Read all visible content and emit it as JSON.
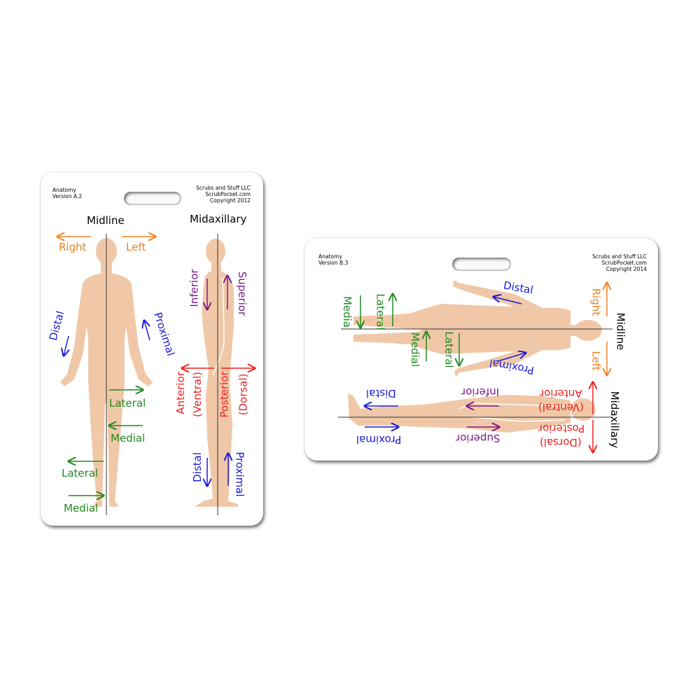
{
  "card_a": {
    "title": "Anatomy",
    "version": "Version A.2",
    "company": "Scrubs and Stuff LLC",
    "website": "ScrubPocket.com",
    "copyright": "Copyright 2012",
    "midline": "Midline",
    "midaxillary": "Midaxillary",
    "right": "Right",
    "left": "Left",
    "distal_arm": "Distal",
    "proximal_arm": "Proximal",
    "lateral_hand": "Lateral",
    "medial_thigh": "Medial",
    "lateral_leg": "Lateral",
    "medial_foot": "Medial",
    "inferior": "Inferior",
    "superior": "Superior",
    "anterior": "Anterior",
    "ventral": "(Ventral)",
    "posterior": "Posterior",
    "dorsal": "(Dorsal)",
    "distal_leg": "Distal",
    "proximal_leg": "Proximal"
  },
  "card_b": {
    "title": "Anatomy",
    "version": "Version B.3",
    "company": "Scrubs and Stuff LLC",
    "website": "ScrubPocket.com",
    "copyright": "Copyright 2014",
    "midline": "Midline",
    "midaxillary": "Midaxillary",
    "right": "Right",
    "left": "Left",
    "distal_arm": "Distal",
    "proximal_arm": "Proximal",
    "medial_left": "Media",
    "lateral_left": "Lateral",
    "medial_mid": "Medial",
    "lateral_mid": "Lateral",
    "distal_leg": "Distal",
    "proximal_leg": "Proximal",
    "inferior": "Inferior",
    "superior": "Superior",
    "anterior": "Anterior",
    "ventral": "(Ventral)",
    "posterior": "Posterior",
    "dorsal": "(Dorsal)"
  },
  "colors": {
    "skin": "#f0c8a8",
    "orange": "#f08020",
    "blue": "#1a1ad8",
    "green": "#1f8a1f",
    "purple": "#7a1a8a",
    "red": "#ee2020"
  }
}
